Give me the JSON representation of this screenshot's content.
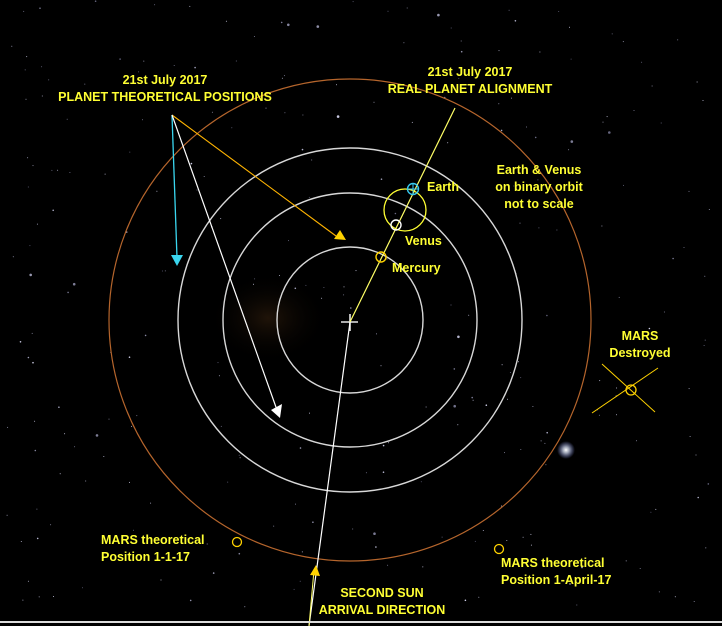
{
  "colors": {
    "background": "#000000",
    "label": "#ffff33",
    "mars_orbit": "#b5652c",
    "inner_orbits": "#d8d8d8",
    "alignment_line": "#ffff66",
    "theoretical_arrow": "#ffb400",
    "earth_marker": "#37c9f0",
    "cyan_arrow": "#3ad6ef",
    "white_arrow": "#ffffff"
  },
  "labels": {
    "theoretical_date": "21st July 2017",
    "theoretical_title": "PLANET THEORETICAL  POSITIONS",
    "real_date": "21st July 2017",
    "real_title": "REAL PLANET ALIGNMENT",
    "binary_note_1": "Earth & Venus",
    "binary_note_2": "on binary orbit",
    "binary_note_3": "not to scale",
    "earth": "Earth",
    "venus": "Venus",
    "mercury": "Mercury",
    "mars_1": "MARS",
    "mars_2": "Destroyed",
    "mars_jan_1": "MARS theoretical",
    "mars_jan_2": "Position 1-1-17",
    "mars_apr_1": "MARS  theoretical",
    "mars_apr_2": "Position 1-April-17",
    "second_sun_1": "SECOND SUN",
    "second_sun_2": "ARRIVAL DIRECTION"
  }
}
